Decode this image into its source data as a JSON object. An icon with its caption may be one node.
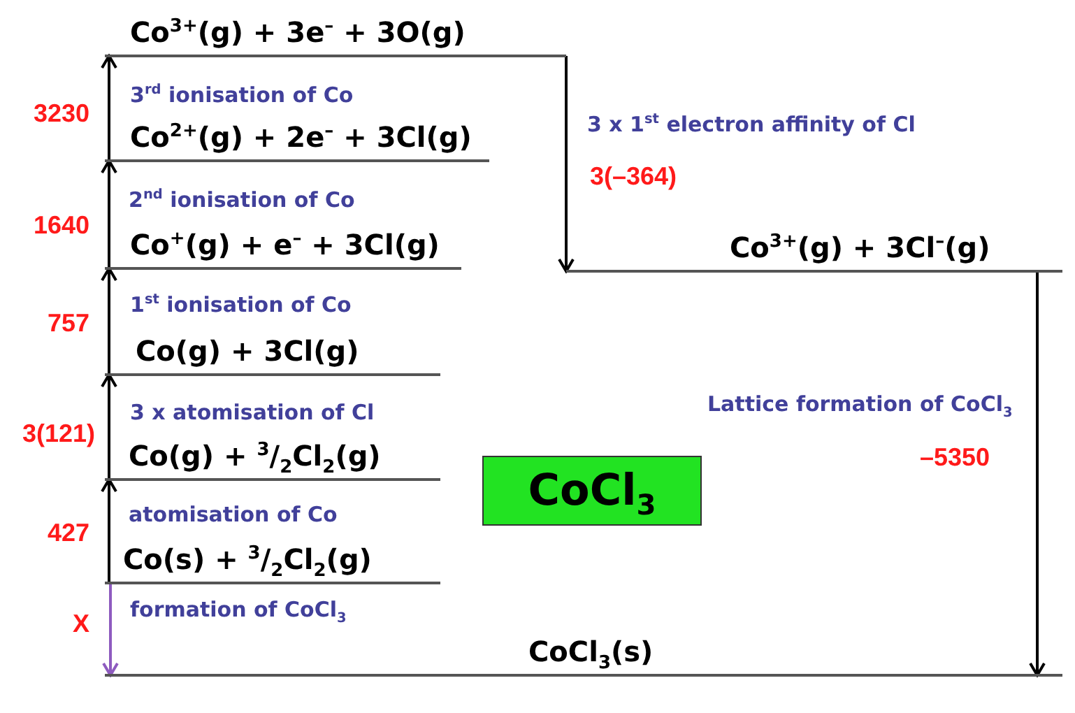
{
  "diagram": {
    "nodes": [
      {
        "text": [
          "Co$^{3+}$(g) + 3e$^{–}$ + 3O(g)"
        ]
      },
      {
        "text": [
          "Co$^{2+}$(g) + 2e$^{–}$ + 3Cl(g)"
        ]
      },
      {
        "text": [
          "Co$^{+}$(g) + e$^{–}$ + 3Cl(g)"
        ]
      },
      {
        "text": [
          "Co$^{3+}$(g) + 3Cl$^{–}$(g)"
        ]
      },
      {
        "text": [
          "Co(g) + 3Cl(g)"
        ]
      },
      {
        "text": [
          "Co(g) + $^{3}$/$_{2}$Cl$_{2}$(g)"
        ]
      },
      {
        "text": [
          "CoCl$_{3}$"
        ]
      },
      {
        "text": [
          "Co(s) + $^{3}$/$_{2}$Cl$_{2}$(g)"
        ]
      },
      {
        "text": [
          "CoCl$_{3}$(s)"
        ]
      }
    ],
    "edges": [
      {
        "from": 1,
        "to": 0,
        "arrow": "to",
        "label": "3$^{rd}$ ionisation of Co"
      },
      {
        "from": 0,
        "to": 3,
        "arrow": "to",
        "label": "3 x 1$^{st}$ electron affinity of Cl"
      },
      {
        "from": 2,
        "to": 1,
        "arrow": "to",
        "label": "2$^{nd}$ ionisation of Co"
      },
      {
        "from": 4,
        "to": 2,
        "arrow": "to",
        "label": "1$^{st}$ ionisation of Co"
      },
      {
        "from": 5,
        "to": 4,
        "arrow": "to",
        "label": "3 x atomisation of Cl"
      },
      {
        "from": 3,
        "to": 8,
        "arrow": "to",
        "label": "Lattice formation of CoCl$_{3}$"
      },
      {
        "from": 7,
        "to": 5,
        "arrow": "to",
        "label": "atomisation of Co"
      },
      {
        "from": 7,
        "to": 8,
        "arrow": "to",
        "label": "formation of CoCl$_{3}$",
        "color": "#8e5bbf"
      }
    ],
    "labels": [
      "3230",
      "3(–364)",
      "1640",
      "757",
      "3(121)",
      "–5350",
      "427",
      "X"
    ]
  }
}
